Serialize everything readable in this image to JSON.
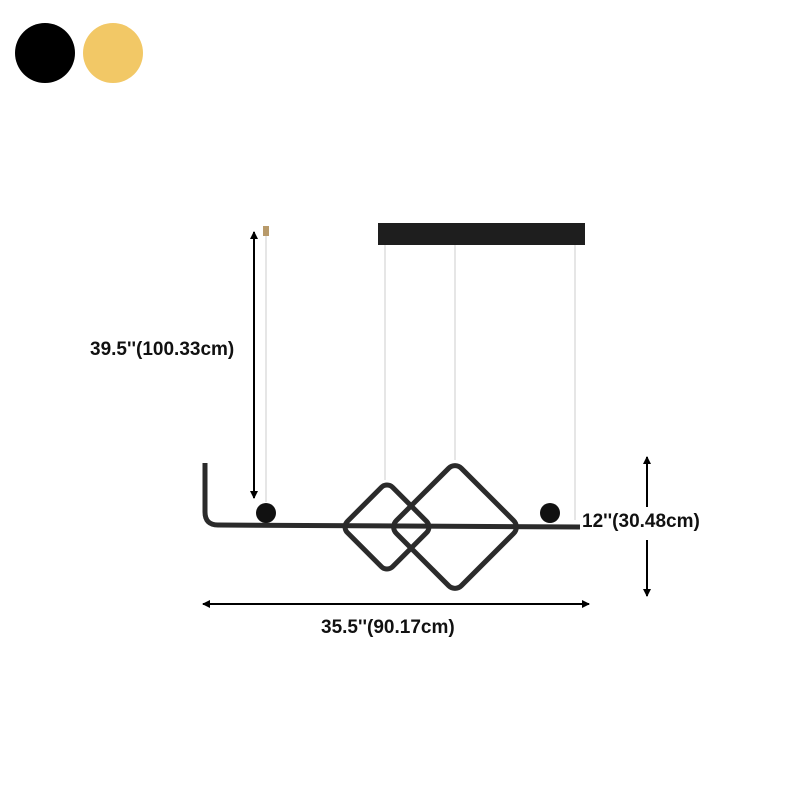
{
  "color_options": [
    {
      "name": "black",
      "color": "#000000"
    },
    {
      "name": "gold",
      "color": "#f2c866"
    }
  ],
  "dimensions": {
    "height": "39.5''(100.33cm)",
    "width": "35.5''(90.17cm)",
    "depth": "12''(30.48cm)"
  },
  "colors": {
    "fixture": "#2b2b2b",
    "arrow": "#000000",
    "wire": "#d8d8d8"
  }
}
